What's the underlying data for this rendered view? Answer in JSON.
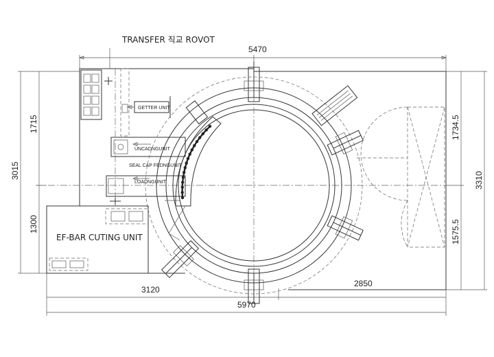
{
  "labels": {
    "transfer": "TRANSFER 직교 ROVOT",
    "getter": "GETTER UNIT",
    "uncading": "UNCADNGUNIT",
    "seal_cap": "SEAL CAP FEDNGUNIT",
    "loading": "LOADNGUNIT",
    "ef_bar": "EF-BAR CUTING UNIT"
  },
  "dimensions": {
    "top": "5470",
    "bottom_overall": "5970",
    "bottom_left": "3120",
    "bottom_right": "2850",
    "left_overall": "3015",
    "left_upper": "1715",
    "left_lower": "1300",
    "right_overall": "3310",
    "right_upper": "1734.5",
    "right_lower": "1575.5"
  }
}
